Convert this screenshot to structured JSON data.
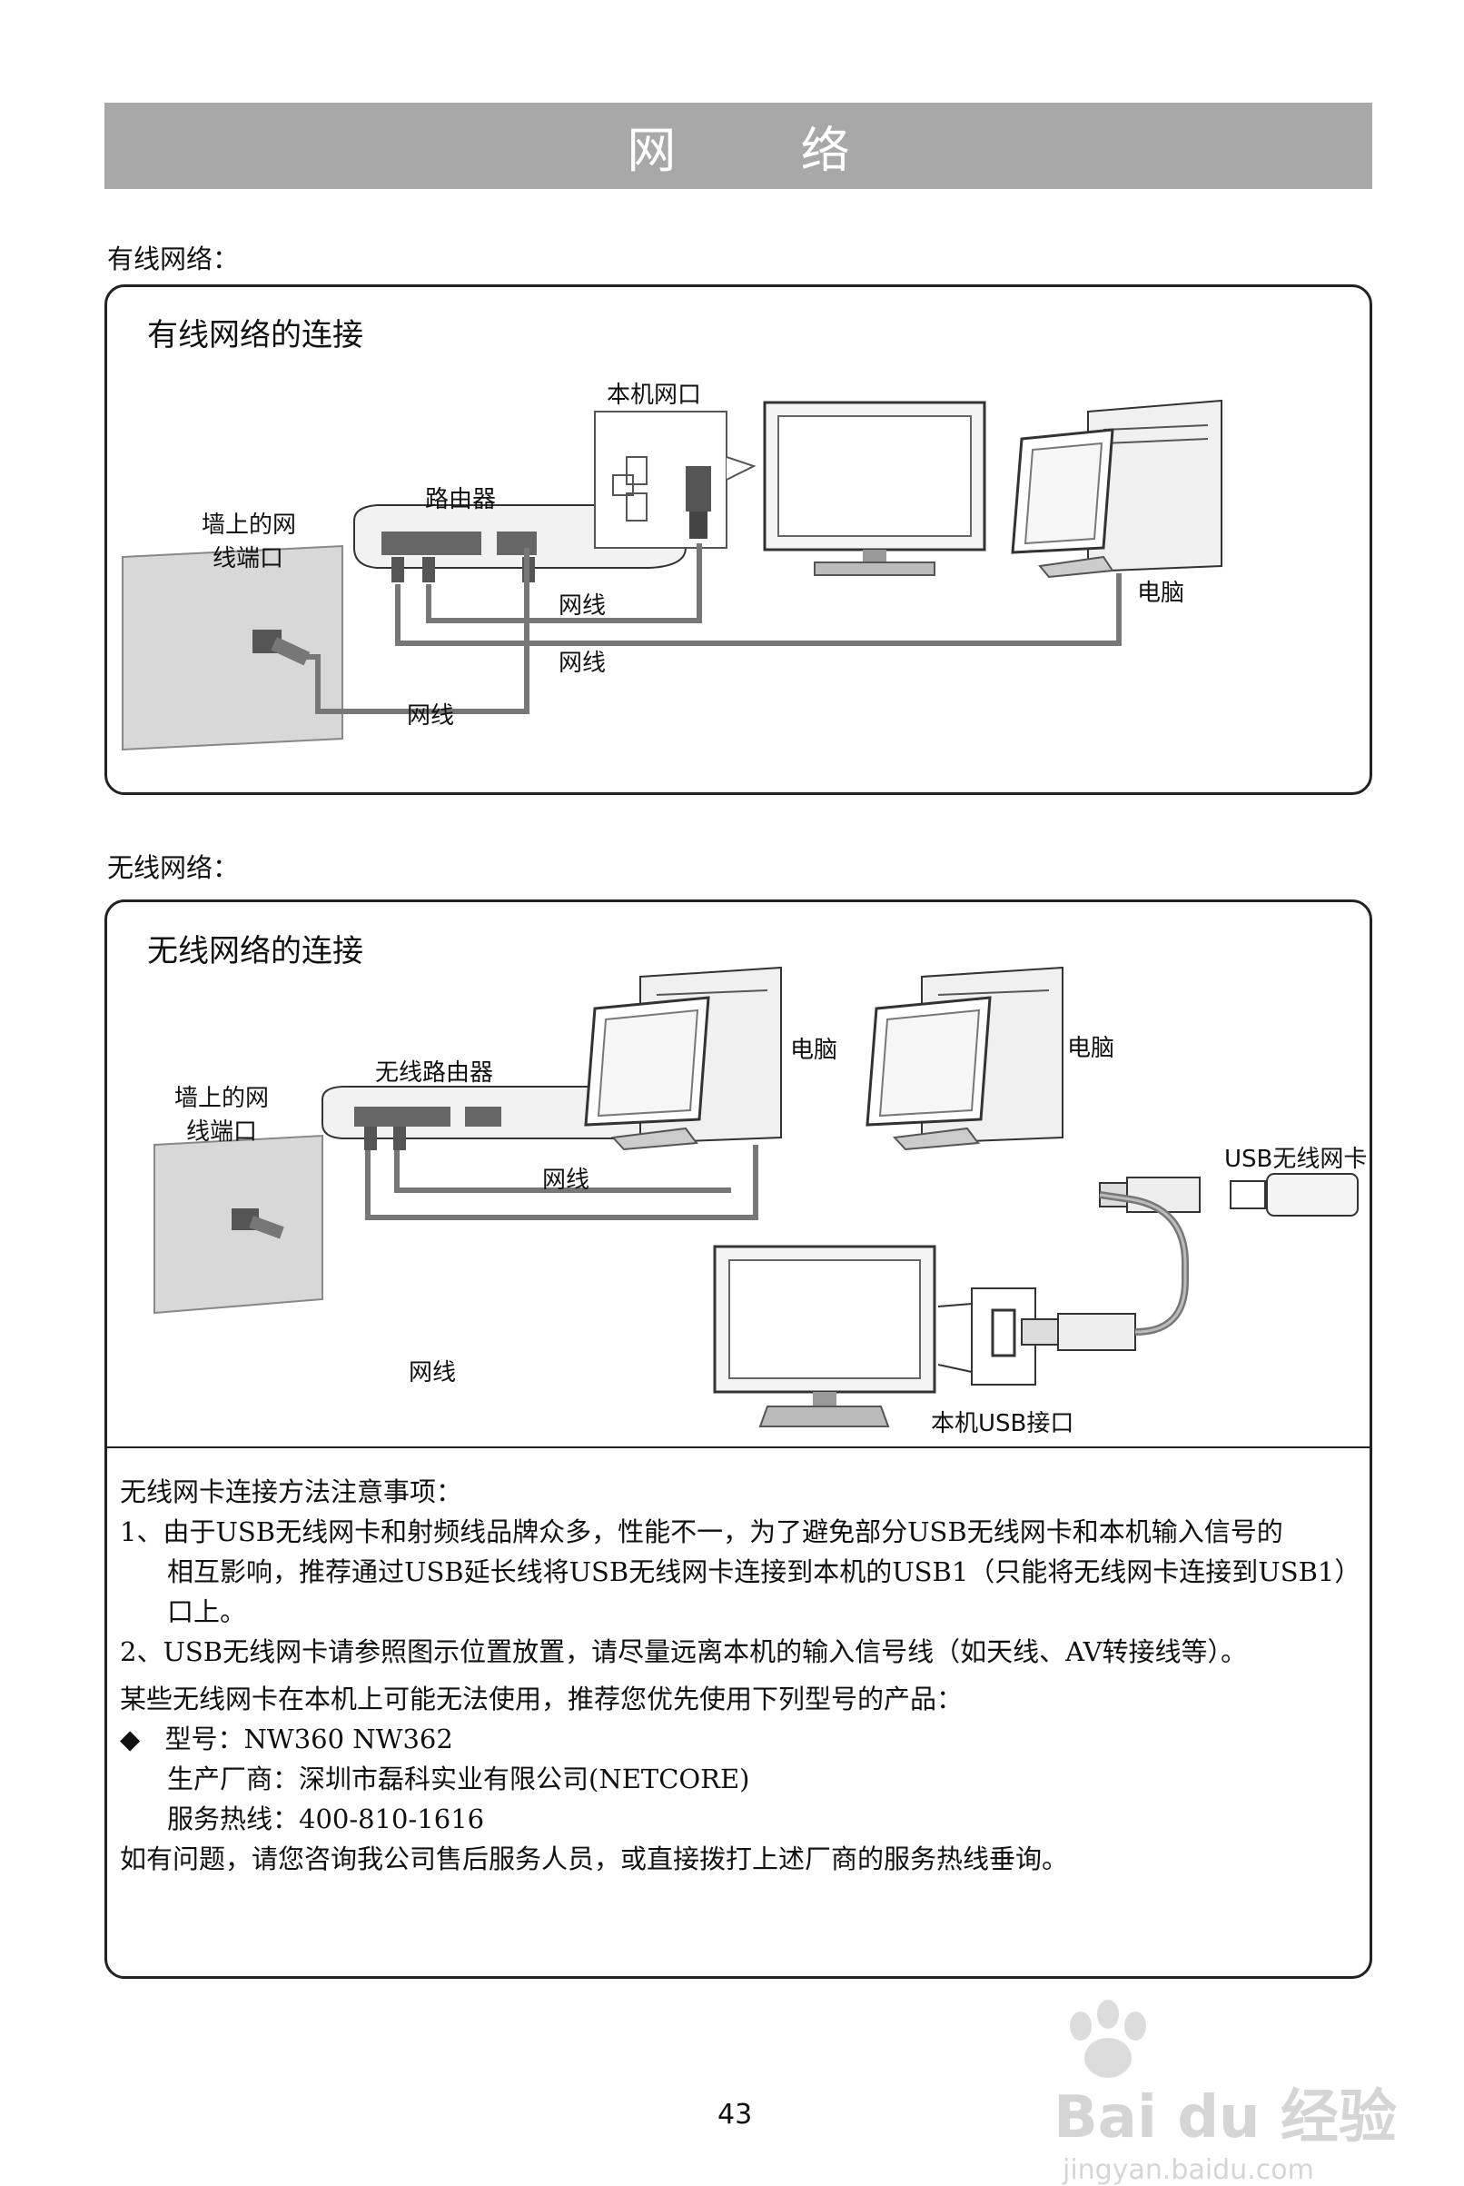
{
  "page_title": "网 络",
  "wired": {
    "section_label": "有线网络：",
    "panel_title": "有线网络的连接",
    "labels": {
      "wall_port_line1": "墙上的网",
      "wall_port_line2": "线端口",
      "router": "路由器",
      "local_port": "本机网口",
      "computer": "电脑",
      "cable_1": "网线",
      "cable_2": "网线",
      "cable_3": "网线"
    }
  },
  "wireless": {
    "section_label": "无线网络：",
    "panel_title": "无线网络的连接",
    "labels": {
      "wall_port_line1": "墙上的网",
      "wall_port_line2": "线端口",
      "router": "无线路由器",
      "computer_1": "电脑",
      "computer_2": "电脑",
      "usb_adapter": "USB无线网卡",
      "cable_1": "网线",
      "cable_2": "网线",
      "usb_port": "本机USB接口"
    },
    "notes": {
      "heading": "无线网卡连接方法注意事项：",
      "item1_line1": "1、由于USB无线网卡和射频线品牌众多，性能不一，为了避免部分USB无线网卡和本机输入信号的",
      "item1_line2": "相互影响，推荐通过USB延长线将USB无线网卡连接到本机的USB1（只能将无线网卡连接到USB1）",
      "item1_line3": "口上。",
      "item2": "2、USB无线网卡请参照图示位置放置，请尽量远离本机的输入信号线（如天线、AV转接线等）。",
      "recommend": "某些无线网卡在本机上可能无法使用，推荐您优先使用下列型号的产品：",
      "bullet": "◆",
      "model": "型号：NW360 NW362",
      "maker": "生产厂商：深圳市磊科实业有限公司(NETCORE)",
      "hotline": "服务热线：400-810-1616",
      "contact": "如有问题，请您咨询我公司售后服务人员，或直接拨打上述厂商的服务热线垂询。"
    }
  },
  "page_number": "43",
  "watermark": {
    "brand": "Bai du 经验",
    "url": "jingyan.baidu.com"
  }
}
